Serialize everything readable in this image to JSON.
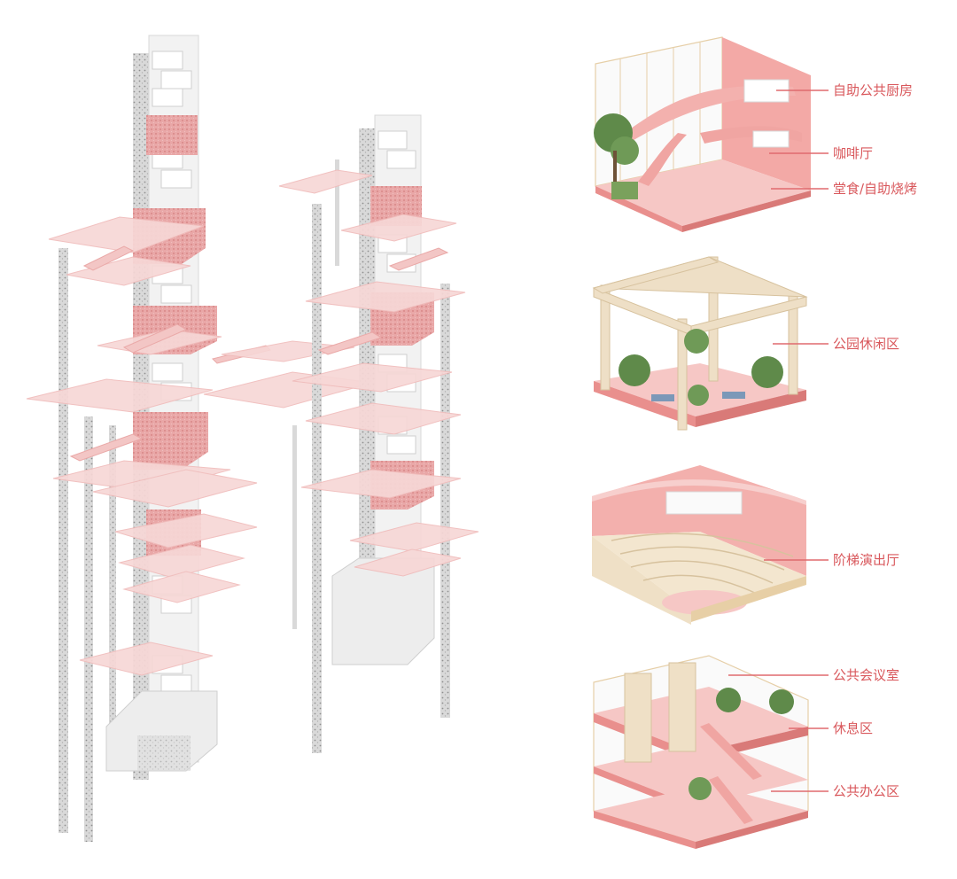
{
  "labels": {
    "kitchen": "自助公共厨房",
    "cafe": "咖啡厅",
    "canteen": "堂食/自助烧烤",
    "park": "公园休闲区",
    "theater": "阶梯演出厅",
    "meeting": "公共会议室",
    "lounge": "休息区",
    "office": "公共办公区"
  },
  "colors": {
    "accent": "#e06a6e",
    "label": "#d9585c",
    "floor_pink": "#f7d4d3",
    "block_pink": "#ef9c9c",
    "core_grey": "#a9a9a9",
    "glass": "#f1f1f1",
    "wood": "#efe0c6",
    "tree": "#5f8a4a"
  }
}
